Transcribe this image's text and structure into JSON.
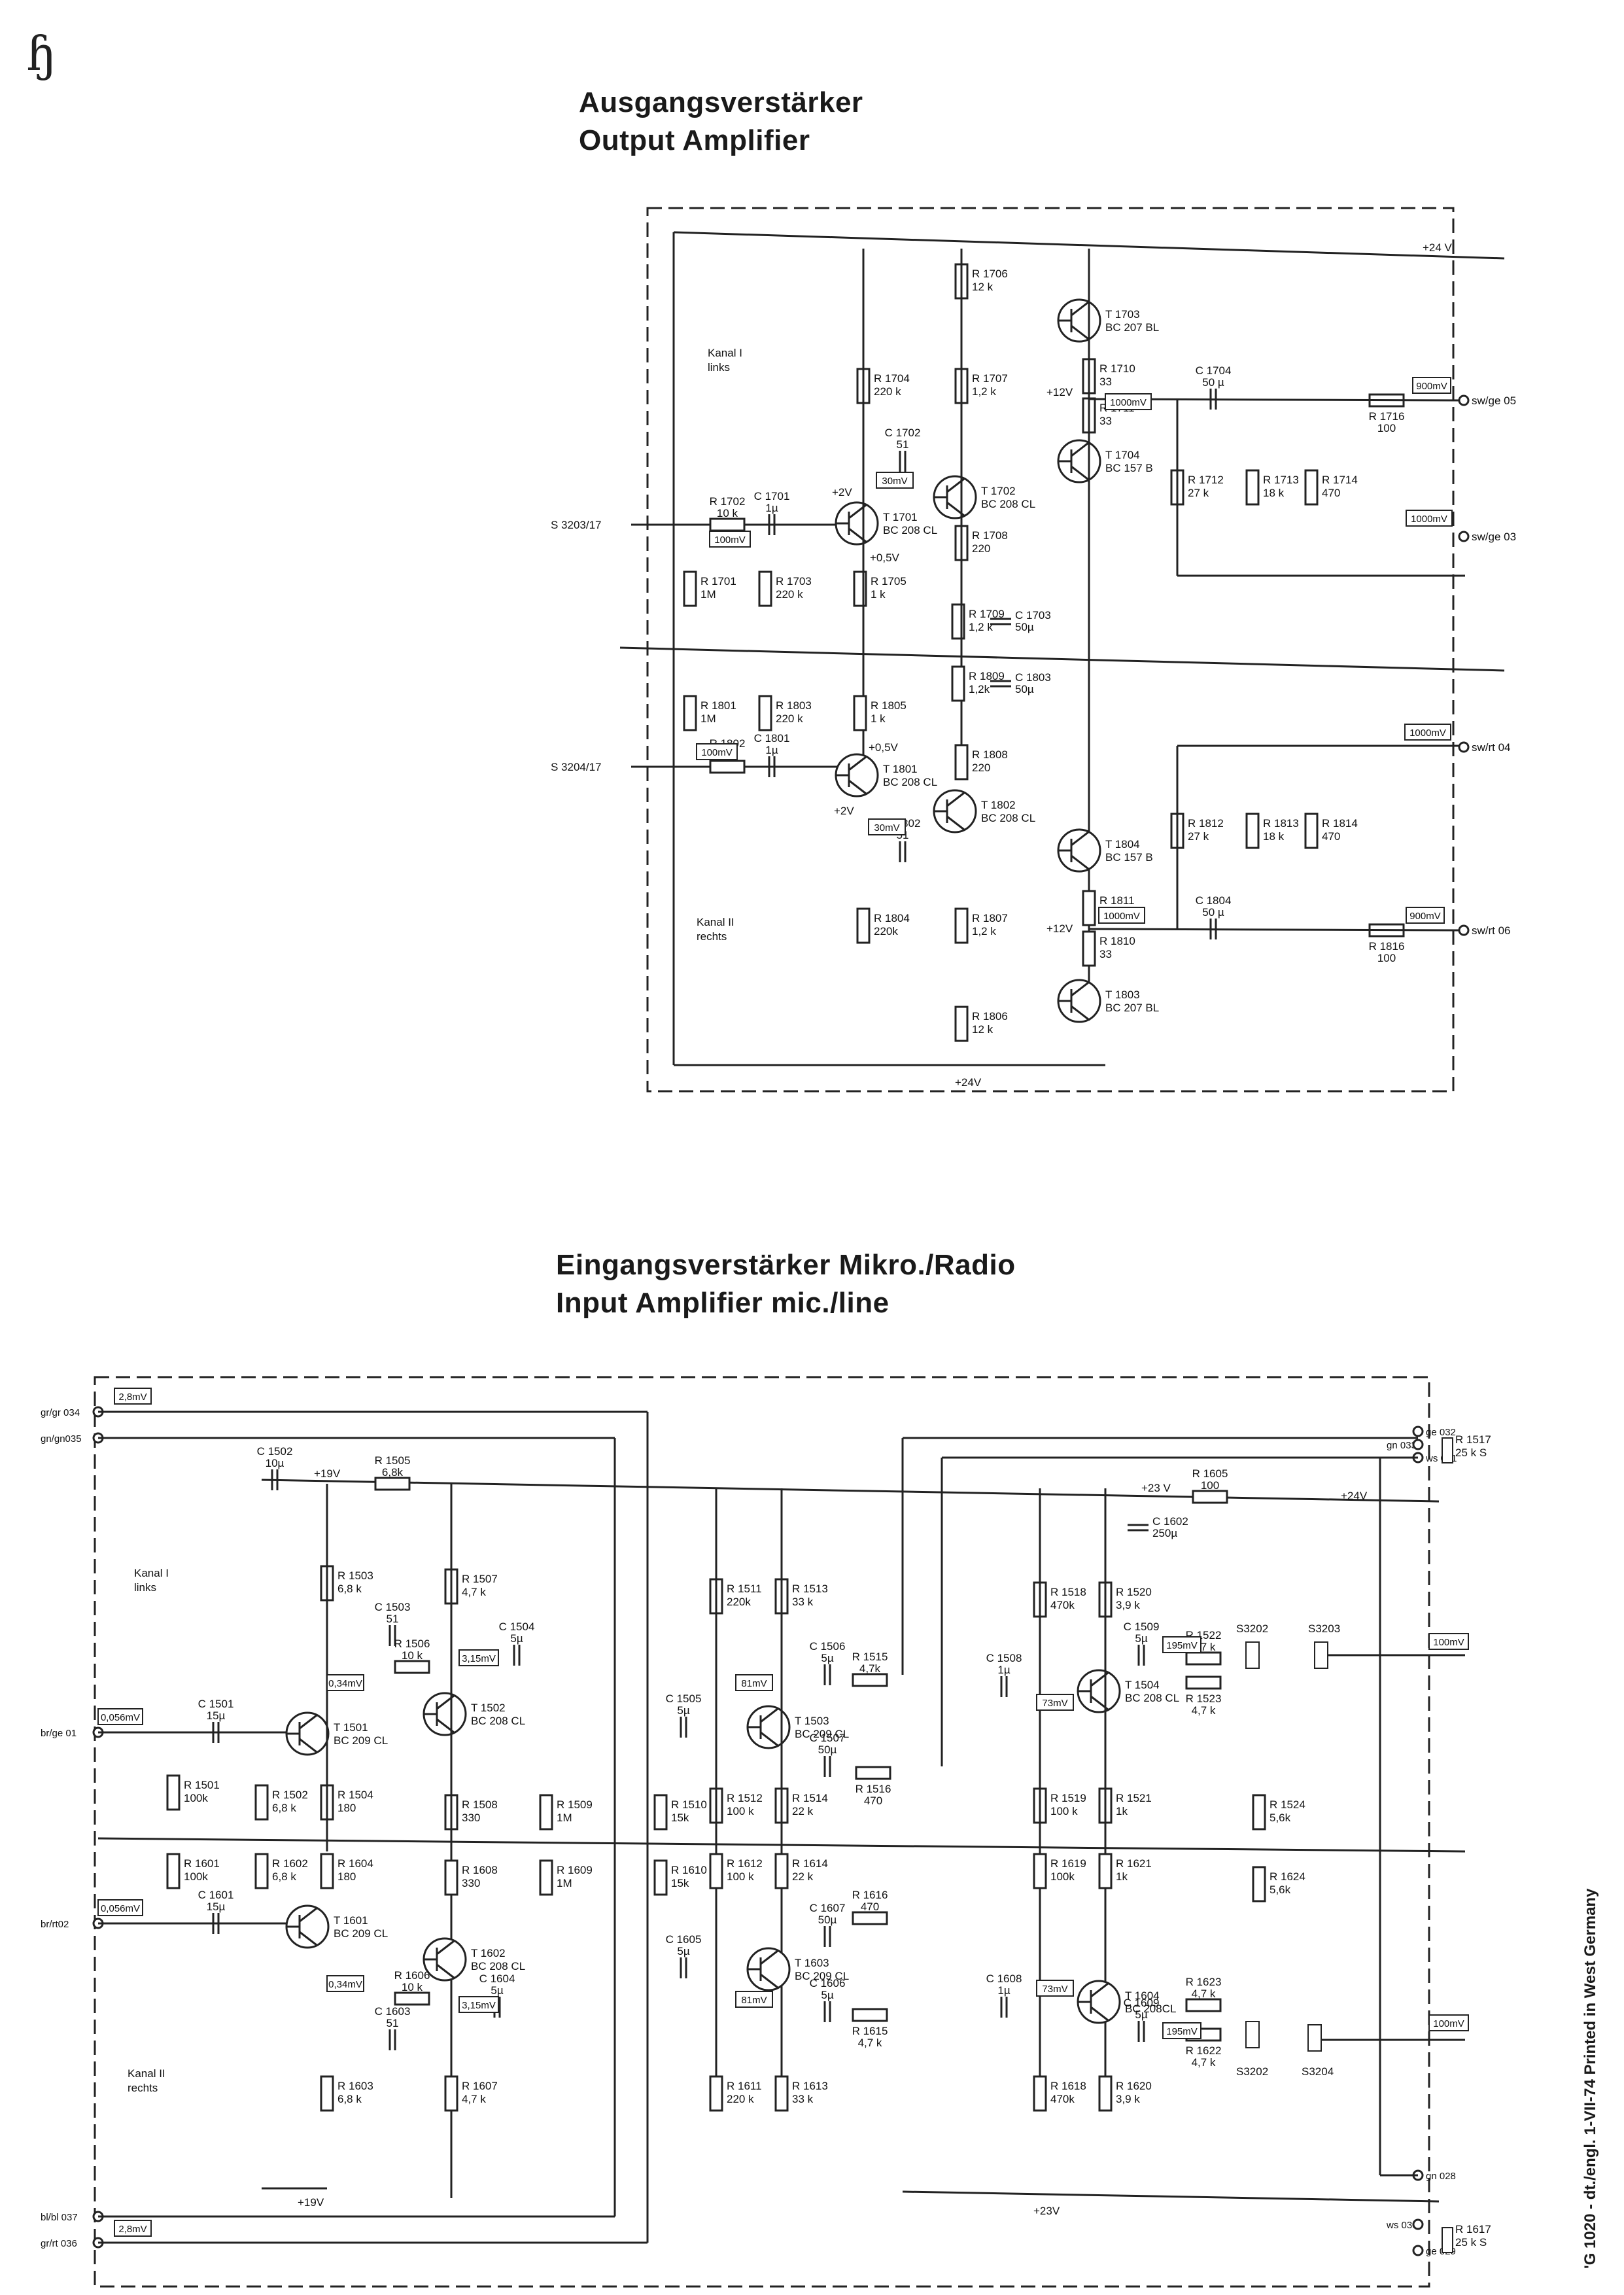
{
  "corner_mark": "ɧ",
  "output_section": {
    "title_de": "Ausgangsverstärker",
    "title_en": "Output Amplifier",
    "kanal1": [
      "Kanal I",
      "links"
    ],
    "kanal2": [
      "Kanal II",
      "rechts"
    ],
    "rails": {
      "top": "+24 V",
      "bottom": "+24V"
    },
    "inputs": [
      "S 3203/17",
      "S 3204/17"
    ],
    "outputs": [
      "sw/ge 05",
      "sw/ge 03",
      "sw/rt 04",
      "sw/rt 06"
    ],
    "levels": [
      "100mV",
      "30mV",
      "1000mV",
      "900mV",
      "1000mV",
      "100mV",
      "30mV",
      "1000mV",
      "1000mV",
      "900mV"
    ],
    "voltages": [
      "+2V",
      "+0,5V",
      "+12V",
      "+0,5V",
      "+2V",
      "+12V"
    ],
    "components": [
      {
        "ref": "R 1706",
        "val": "12 k"
      },
      {
        "ref": "T 1703",
        "val": "BC 207 BL"
      },
      {
        "ref": "R 1710",
        "val": "33"
      },
      {
        "ref": "R 1704",
        "val": "220 k"
      },
      {
        "ref": "R 1707",
        "val": "1,2 k"
      },
      {
        "ref": "R 1711",
        "val": "33"
      },
      {
        "ref": "C 1704",
        "val": "50 µ"
      },
      {
        "ref": "R 1716",
        "val": "100"
      },
      {
        "ref": "C 1702",
        "val": "51"
      },
      {
        "ref": "T 1704",
        "val": "BC 157 B"
      },
      {
        "ref": "R 1712",
        "val": "27 k"
      },
      {
        "ref": "R 1713",
        "val": "18 k"
      },
      {
        "ref": "R 1714",
        "val": "470"
      },
      {
        "ref": "R 1702",
        "val": "10 k"
      },
      {
        "ref": "C 1701",
        "val": "1µ"
      },
      {
        "ref": "T 1702",
        "val": "BC 208 CL"
      },
      {
        "ref": "T 1701",
        "val": "BC 208 CL"
      },
      {
        "ref": "R 1708",
        "val": "220"
      },
      {
        "ref": "R 1701",
        "val": "1M"
      },
      {
        "ref": "R 1703",
        "val": "220 k"
      },
      {
        "ref": "R 1705",
        "val": "1 k"
      },
      {
        "ref": "R 1709",
        "val": "1,2 k"
      },
      {
        "ref": "C 1703",
        "val": "50µ"
      },
      {
        "ref": "R 1809",
        "val": "1,2k"
      },
      {
        "ref": "C 1803",
        "val": "50µ"
      },
      {
        "ref": "R 1801",
        "val": "1M"
      },
      {
        "ref": "R 1803",
        "val": "220 k"
      },
      {
        "ref": "R 1805",
        "val": "1 k"
      },
      {
        "ref": "R 1808",
        "val": "220"
      },
      {
        "ref": "T 1801",
        "val": "BC 208 CL"
      },
      {
        "ref": "R 1802",
        "val": "10k"
      },
      {
        "ref": "C 1801",
        "val": "1µ"
      },
      {
        "ref": "T 1802",
        "val": "BC 208 CL"
      },
      {
        "ref": "R 1812",
        "val": "27 k"
      },
      {
        "ref": "R 1813",
        "val": "18 k"
      },
      {
        "ref": "R 1814",
        "val": "470"
      },
      {
        "ref": "T 1804",
        "val": "BC 157 B"
      },
      {
        "ref": "C 1802",
        "val": "51"
      },
      {
        "ref": "R 1804",
        "val": "220k"
      },
      {
        "ref": "R 1807",
        "val": "1,2 k"
      },
      {
        "ref": "R 1811",
        "val": "33"
      },
      {
        "ref": "R 1810",
        "val": "33"
      },
      {
        "ref": "C 1804",
        "val": "50 µ"
      },
      {
        "ref": "R 1816",
        "val": "100"
      },
      {
        "ref": "T 1803",
        "val": "BC 207 BL"
      },
      {
        "ref": "R 1806",
        "val": "12 k"
      }
    ]
  },
  "input_section": {
    "title_de": "Eingangsverstärker Mikro./Radio",
    "title_en": "Input Amplifier mic./line",
    "kanal1": [
      "Kanal I",
      "links"
    ],
    "kanal2": [
      "Kanal II",
      "rechts"
    ],
    "left_pins": [
      "gr/gr 034",
      "gn/gn035",
      "br/ge 01",
      "br/rt02",
      "bl/bl 037",
      "gr/rt 036"
    ],
    "right_pins": [
      "ge 032",
      "gn 033",
      "ws 031",
      "gn 028",
      "ws 030",
      "ge 029"
    ],
    "pots": [
      {
        "ref": "R 1517",
        "val": "25 k S"
      },
      {
        "ref": "R 1617",
        "val": "25 k S"
      }
    ],
    "rails": [
      "+24V",
      "+23 V",
      "+19V",
      "+23V",
      "+19V"
    ],
    "levels": [
      "2,8mV",
      "0,056mV",
      "0,34mV",
      "3,15mV",
      "81mV",
      "73mV",
      "195mV",
      "100mV",
      "0,056mV",
      "0,34mV",
      "3,15mV",
      "81mV",
      "73mV",
      "195mV",
      "100mV",
      "2,8mV"
    ],
    "switches": [
      "S3202",
      "S3203",
      "S3202",
      "S3204"
    ],
    "components": [
      {
        "ref": "C 1502",
        "val": "10µ"
      },
      {
        "ref": "R 1505",
        "val": "6,8k"
      },
      {
        "ref": "R 1605",
        "val": "100"
      },
      {
        "ref": "C 1602",
        "val": "250µ"
      },
      {
        "ref": "R 1503",
        "val": "6,8 k"
      },
      {
        "ref": "R 1507",
        "val": "4,7 k"
      },
      {
        "ref": "C 1503",
        "val": "51"
      },
      {
        "ref": "C 1504",
        "val": "5µ"
      },
      {
        "ref": "R 1506",
        "val": "10 k"
      },
      {
        "ref": "T 1501",
        "val": "BC 209 CL"
      },
      {
        "ref": "T 1502",
        "val": "BC 208 CL"
      },
      {
        "ref": "C 1501",
        "val": "15µ"
      },
      {
        "ref": "R 1501",
        "val": "100k"
      },
      {
        "ref": "R 1502",
        "val": "6,8 k"
      },
      {
        "ref": "R 1504",
        "val": "180"
      },
      {
        "ref": "R 1508",
        "val": "330"
      },
      {
        "ref": "R 1509",
        "val": "1M"
      },
      {
        "ref": "R 1511",
        "val": "220k"
      },
      {
        "ref": "R 1513",
        "val": "33 k"
      },
      {
        "ref": "C 1506",
        "val": "5µ"
      },
      {
        "ref": "R 1515",
        "val": "4,7k"
      },
      {
        "ref": "C 1505",
        "val": "5µ"
      },
      {
        "ref": "T 1503",
        "val": "BC 209 CL"
      },
      {
        "ref": "C 1507",
        "val": "50µ"
      },
      {
        "ref": "R 1516",
        "val": "470"
      },
      {
        "ref": "R 1510",
        "val": "15k"
      },
      {
        "ref": "R 1512",
        "val": "100 k"
      },
      {
        "ref": "R 1514",
        "val": "22 k"
      },
      {
        "ref": "R 1518",
        "val": "470k"
      },
      {
        "ref": "R 1520",
        "val": "3,9 k"
      },
      {
        "ref": "C 1508",
        "val": "1µ"
      },
      {
        "ref": "C 1509",
        "val": "5µ"
      },
      {
        "ref": "R 1522",
        "val": "4,7 k"
      },
      {
        "ref": "R 1523",
        "val": "4,7 k"
      },
      {
        "ref": "T 1504",
        "val": "BC 208 CL"
      },
      {
        "ref": "R 1519",
        "val": "100 k"
      },
      {
        "ref": "R 1521",
        "val": "1k"
      },
      {
        "ref": "R 1524",
        "val": "5,6k"
      },
      {
        "ref": "R 1601",
        "val": "100k"
      },
      {
        "ref": "R 1602",
        "val": "6,8 k"
      },
      {
        "ref": "R 1604",
        "val": "180"
      },
      {
        "ref": "R 1608",
        "val": "330"
      },
      {
        "ref": "R 1609",
        "val": "1M"
      },
      {
        "ref": "R 1610",
        "val": "15k"
      },
      {
        "ref": "R 1612",
        "val": "100 k"
      },
      {
        "ref": "R 1614",
        "val": "22 k"
      },
      {
        "ref": "R 1616",
        "val": "470"
      },
      {
        "ref": "C 1601",
        "val": "15µ"
      },
      {
        "ref": "T 1601",
        "val": "BC 209 CL"
      },
      {
        "ref": "T 1602",
        "val": "BC 208 CL"
      },
      {
        "ref": "R 1606",
        "val": "10 k"
      },
      {
        "ref": "C 1604",
        "val": "5µ"
      },
      {
        "ref": "C 1603",
        "val": "51"
      },
      {
        "ref": "R 1603",
        "val": "6,8 k"
      },
      {
        "ref": "R 1607",
        "val": "4,7 k"
      },
      {
        "ref": "C 1605",
        "val": "5µ"
      },
      {
        "ref": "C 1607",
        "val": "50µ"
      },
      {
        "ref": "T 1603",
        "val": "BC 209 CL"
      },
      {
        "ref": "C 1606",
        "val": "5µ"
      },
      {
        "ref": "R 1615",
        "val": "4,7 k"
      },
      {
        "ref": "R 1611",
        "val": "220 k"
      },
      {
        "ref": "R 1613",
        "val": "33 k"
      },
      {
        "ref": "C 1608",
        "val": "1µ"
      },
      {
        "ref": "T 1604",
        "val": "BC 208CL"
      },
      {
        "ref": "R 1619",
        "val": "100k"
      },
      {
        "ref": "R 1621",
        "val": "1k"
      },
      {
        "ref": "R 1624",
        "val": "5,6k"
      },
      {
        "ref": "R 1623",
        "val": "4,7 k"
      },
      {
        "ref": "C 1609",
        "val": "5µ"
      },
      {
        "ref": "R 1622",
        "val": "4,7 k"
      },
      {
        "ref": "R 1618",
        "val": "470k"
      },
      {
        "ref": "R 1620",
        "val": "3,9 k"
      }
    ]
  },
  "footer": "'G 1020 - dt./engl. 1-VII-74 Printed in West Germany"
}
